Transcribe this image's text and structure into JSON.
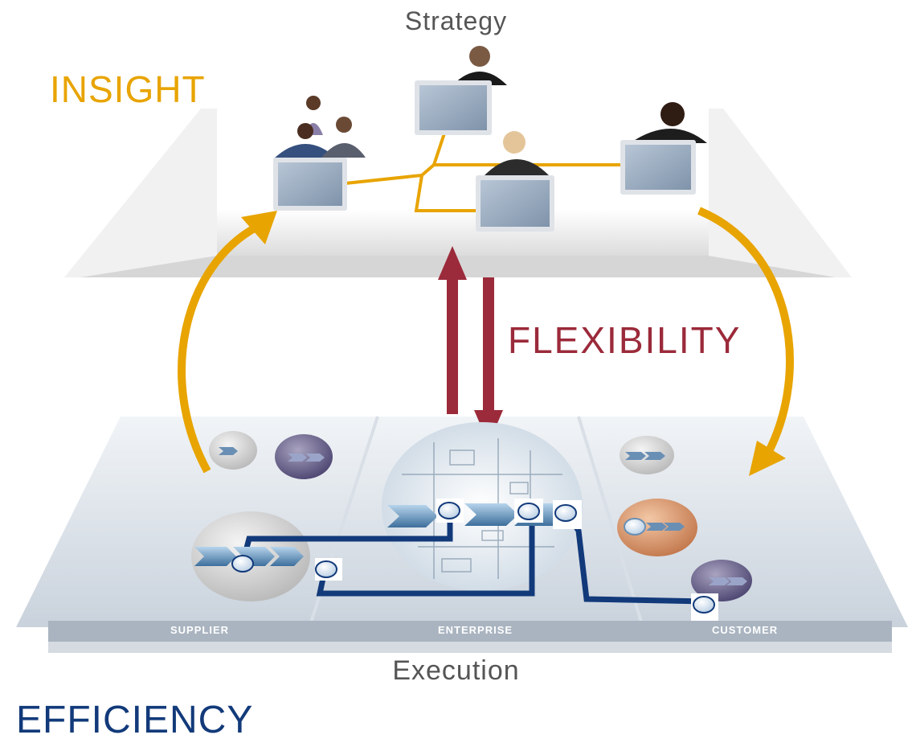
{
  "labels": {
    "strategy": "Strategy",
    "insight": "INSIGHT",
    "flexibility": "FLEXIBILITY",
    "execution": "Execution",
    "efficiency": "EFFICIENCY"
  },
  "platform_sections": {
    "supplier": "SUPPLIER",
    "enterprise": "ENTERPRISE",
    "customer": "CUSTOMER"
  },
  "colors": {
    "insight": "#e8a400",
    "flexibility": "#9b2a3a",
    "efficiency": "#123a7a",
    "process_line": "#123a7a",
    "network_line": "#e8a400"
  }
}
